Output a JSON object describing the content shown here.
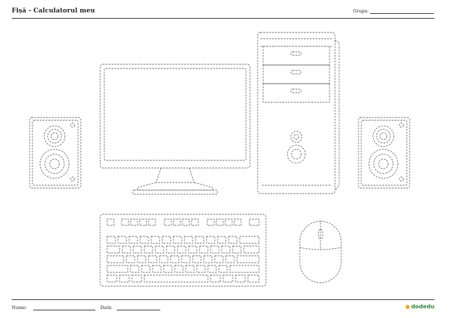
{
  "header": {
    "title": "Fișă - Calculatorul meu",
    "group_label": "Grupa:"
  },
  "footer": {
    "name_label": "Nume:",
    "date_label": "Dată:",
    "brand": "dodedu"
  }
}
